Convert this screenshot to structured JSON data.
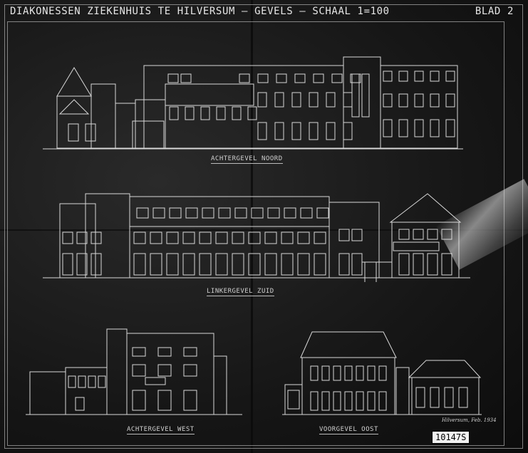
{
  "sheet": {
    "title": "DIAKONESSEN ZIEKENHUIS TE HILVERSUM – GEVELS – SCHAAL 1=100",
    "sheet_number": "BLAD 2"
  },
  "elevations": {
    "north": {
      "label": "ACHTERGEVEL NOORD"
    },
    "south": {
      "label": "LINKERGEVEL ZUID"
    },
    "west": {
      "label": "ACHTERGEVEL WEST"
    },
    "east": {
      "label": "VOORGEVEL OOST"
    }
  },
  "stamp": {
    "archive_number": "10147S"
  },
  "signature": {
    "text": "Hilversum, Feb. 1934"
  },
  "colors": {
    "line": "#d8d8d8",
    "paper": "#151515"
  }
}
